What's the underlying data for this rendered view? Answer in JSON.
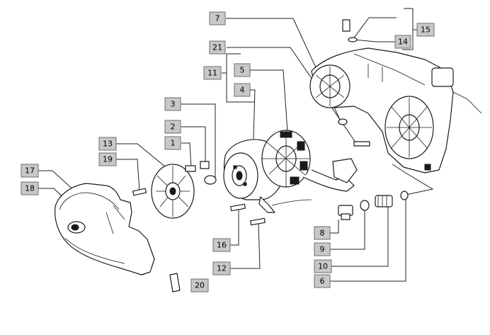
{
  "callouts": [
    {
      "id": "c7",
      "label": "7"
    },
    {
      "id": "c21",
      "label": "21"
    },
    {
      "id": "c15",
      "label": "15"
    },
    {
      "id": "c14",
      "label": "14"
    },
    {
      "id": "c11",
      "label": "11"
    },
    {
      "id": "c5",
      "label": "5"
    },
    {
      "id": "c4",
      "label": "4"
    },
    {
      "id": "c3",
      "label": "3"
    },
    {
      "id": "c2",
      "label": "2"
    },
    {
      "id": "c1",
      "label": "1"
    },
    {
      "id": "c13",
      "label": "13"
    },
    {
      "id": "c19",
      "label": "19"
    },
    {
      "id": "c17",
      "label": "17"
    },
    {
      "id": "c18",
      "label": "18"
    },
    {
      "id": "c8",
      "label": "8"
    },
    {
      "id": "c9",
      "label": "9"
    },
    {
      "id": "c10",
      "label": "10"
    },
    {
      "id": "c6",
      "label": "6"
    },
    {
      "id": "c16",
      "label": "16"
    },
    {
      "id": "c12",
      "label": "12"
    },
    {
      "id": "c20",
      "label": "20"
    }
  ]
}
